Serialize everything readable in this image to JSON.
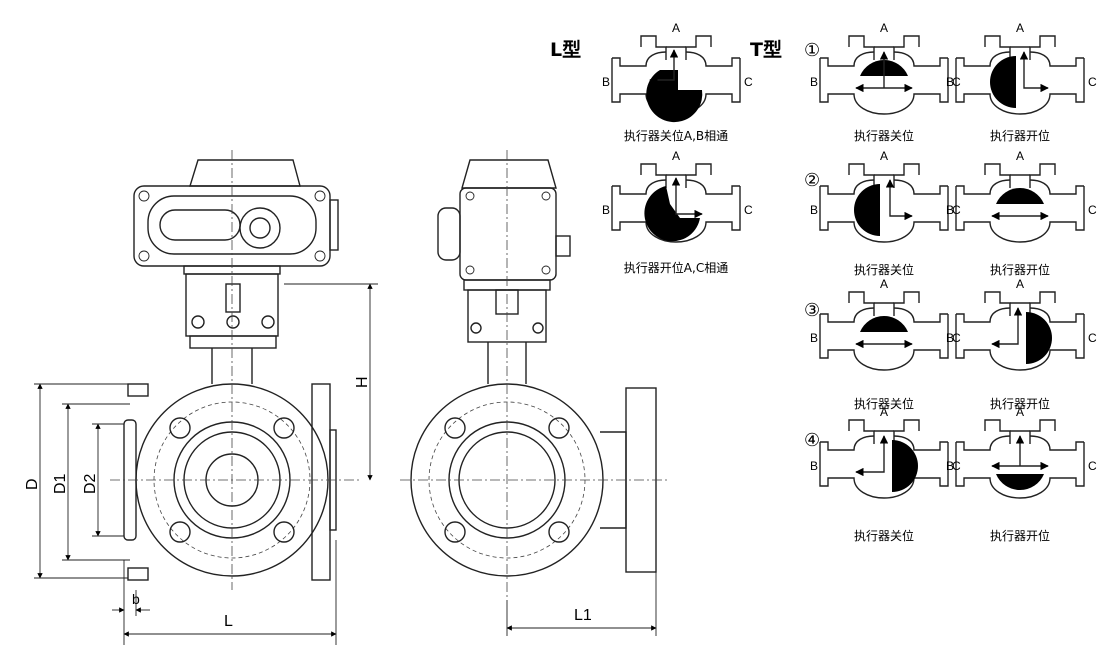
{
  "type_labels": {
    "l_type": "L型",
    "t_type": "T型"
  },
  "ports": {
    "a": "A",
    "b": "B",
    "c": "C"
  },
  "dimensions": {
    "d": "D",
    "d1": "D1",
    "d2": "D2",
    "h": "H",
    "b": "b",
    "l": "L",
    "l1": "L1"
  },
  "l_type": {
    "captions": [
      "执行器关位A,B相通",
      "执行器开位A,C相通"
    ]
  },
  "t_type": {
    "numbers": [
      "①",
      "②",
      "③",
      "④"
    ],
    "captions": {
      "closed": "执行器关位",
      "open": "执行器开位"
    }
  }
}
